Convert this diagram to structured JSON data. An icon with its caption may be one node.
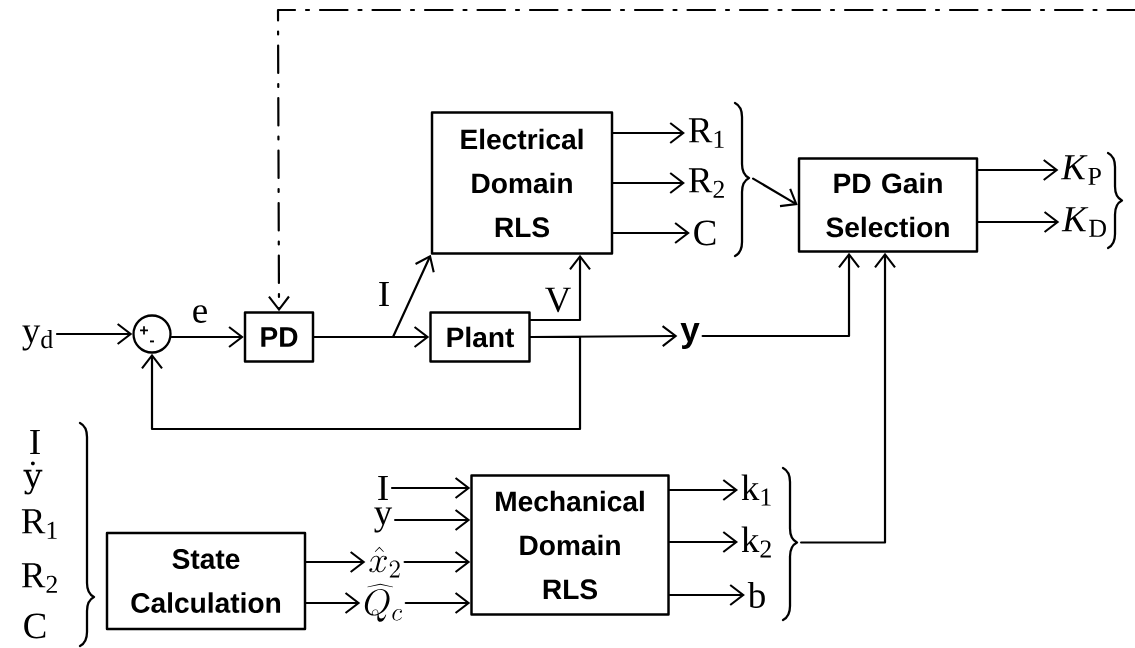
{
  "diagram": {
    "nodes": [
      {
        "text": [
          "y$_{d}$"
        ]
      },
      {
        "text": [
          "+",
          "-"
        ]
      },
      {
        "text": [
          "PD"
        ]
      },
      {
        "text": [
          "Plant"
        ]
      },
      {
        "text": [
          "Electrical Domain RLS"
        ]
      },
      {
        "text": [
          "R$_{1}$"
        ]
      },
      {
        "text": [
          "R$_{2}$"
        ]
      },
      {
        "text": [
          "C"
        ]
      },
      {
        "text": [
          "PD Gain Selection"
        ]
      },
      {
        "text": [
          "*K*$_{P}$"
        ]
      },
      {
        "text": [
          "*K*$_{D}$"
        ]
      },
      {
        "text": [
          "y"
        ]
      },
      {
        "text": [
          "State Calculation"
        ]
      },
      {
        "text": [
          "I"
        ]
      },
      {
        "text": [
          "y"
        ]
      },
      {
        "text": [
          "\\hat{x}_{2}"
        ]
      },
      {
        "text": [
          "\\widehat{Q}_{c}"
        ]
      },
      {
        "text": [
          "Mechanical Domain RLS"
        ]
      },
      {
        "text": [
          "k$_{1}$"
        ]
      },
      {
        "text": [
          "k$_{2}$"
        ]
      },
      {
        "text": [
          "b"
        ]
      },
      {
        "text": [],
        "shape": "brace"
      },
      {
        "text": [],
        "shape": "brace"
      },
      {
        "text": [],
        "shape": "brace"
      }
    ],
    "edges": [
      {
        "from": 0,
        "to": 1,
        "arrow": "to"
      },
      {
        "from": 1,
        "to": 2,
        "arrow": "to",
        "label": "e"
      },
      {
        "from": 2,
        "to": 3,
        "arrow": "to"
      },
      {
        "from": 2,
        "to": 4,
        "arrow": "to",
        "label": "I"
      },
      {
        "from": 3,
        "to": 4,
        "arrow": "to",
        "label": "V"
      },
      {
        "from": 3,
        "to": 11,
        "arrow": "to"
      },
      {
        "from": 3,
        "to": 1,
        "arrow": "to"
      },
      {
        "from": 4,
        "to": 5,
        "arrow": "to"
      },
      {
        "from": 4,
        "to": 6,
        "arrow": "to"
      },
      {
        "from": 4,
        "to": 7,
        "arrow": "to"
      },
      {
        "from": 21,
        "to": 8,
        "arrow": "to"
      },
      {
        "from": 11,
        "to": 8,
        "arrow": "to"
      },
      {
        "from": 8,
        "to": 9,
        "arrow": "to"
      },
      {
        "from": 8,
        "to": 10,
        "arrow": "to"
      },
      {
        "from": 12,
        "to": 15,
        "arrow": "to"
      },
      {
        "from": 12,
        "to": 16,
        "arrow": "to"
      },
      {
        "from": 13,
        "to": 17,
        "arrow": "to"
      },
      {
        "from": 14,
        "to": 17,
        "arrow": "to"
      },
      {
        "from": 15,
        "to": 17,
        "arrow": "to"
      },
      {
        "from": 16,
        "to": 17,
        "arrow": "to"
      },
      {
        "from": 17,
        "to": 18,
        "arrow": "to"
      },
      {
        "from": 17,
        "to": 19,
        "arrow": "to"
      },
      {
        "from": 17,
        "to": 20,
        "arrow": "to"
      },
      {
        "from": 23,
        "to": 8,
        "arrow": "to"
      },
      {
        "from": null,
        "to": 2,
        "arrow": "to",
        "style": "dashed"
      }
    ],
    "labels": [
      "I",
      "ẏ",
      "R$_{1}$",
      "R$_{2}$",
      "C"
    ]
  }
}
